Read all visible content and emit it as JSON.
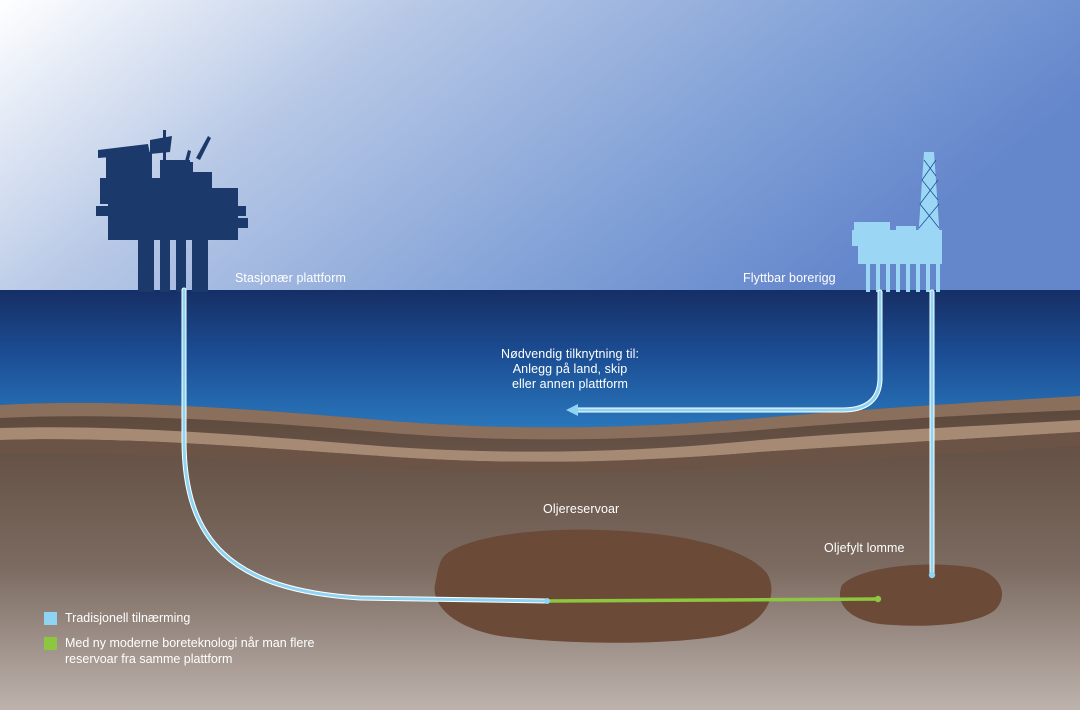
{
  "labels": {
    "stationary_platform": "Stasjonær plattform",
    "mobile_rig": "Flyttbar borerigg",
    "tie_in_line1": "Nødvendig tilknytning til:",
    "tie_in_line2": "Anlegg på land, skip",
    "tie_in_line3": "eller annen plattform",
    "oil_reservoir": "Oljereservoar",
    "oil_pocket": "Oljefylt lomme"
  },
  "legend": [
    {
      "color": "#8fd5f3",
      "line1": "Tradisjonell tilnærming",
      "line2": ""
    },
    {
      "color": "#8dc63f",
      "line1": "Med ny moderne boreteknologi når man flere",
      "line2": "reservoar fra samme plattform"
    }
  ],
  "colors": {
    "traditional_well": "#8fd5f3",
    "modern_well": "#8dc63f",
    "platform": "#1b3a6b",
    "rig": "#9bd7f5",
    "reservoir": "#6b4a37",
    "sea_top": "#1a3d7a",
    "sea_bottom": "#1b63a8"
  }
}
